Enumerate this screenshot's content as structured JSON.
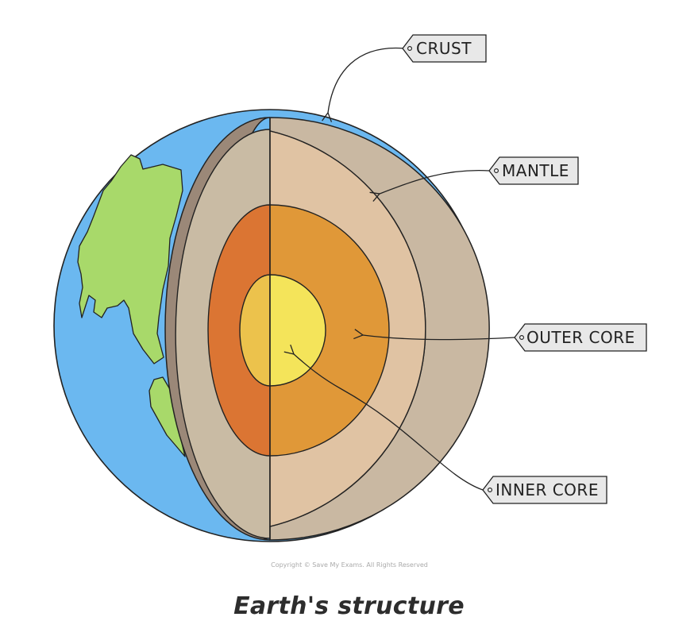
{
  "diagram": {
    "labels": {
      "crust": "CRUST",
      "mantle": "MANTLE",
      "outer_core": "OUTER CORE",
      "inner_core": "INNER CORE"
    },
    "copyright": "Copyright © Save My Exams. All Rights Reserved",
    "caption": "Earth's structure"
  },
  "colors": {
    "ocean": "#6bb8f0",
    "land": "#a8d96a",
    "crust_face": "#9b8878",
    "crust_rim": "#c9b8a2",
    "mantle_left": "#c9bba4",
    "mantle_right": "#e0c3a3",
    "outer_core_left": "#db7533",
    "outer_core_right": "#e09838",
    "inner_core_left": "#ecc24c",
    "inner_core_right": "#f4e45a"
  }
}
